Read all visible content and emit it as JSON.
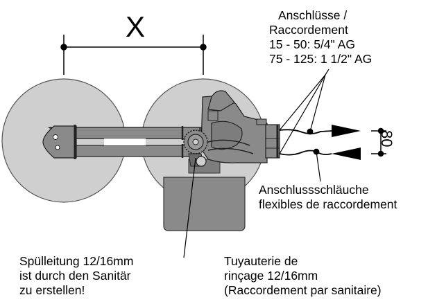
{
  "dimension_label": "X",
  "height_label": "80",
  "connections": {
    "lines": [
      "Anschlüsse /",
      "Raccordement",
      "15 - 50: 5/4\" AG",
      "75 - 125: 1 1/2\" AG"
    ]
  },
  "hoses": {
    "lines": [
      "Anschlussschläuche",
      "flexibles de raccordement"
    ]
  },
  "flush_pipe_de": {
    "lines": [
      "Spülleitung 12/16mm",
      "ist durch den Sanitär",
      "zu erstellen!"
    ]
  },
  "flush_pipe_fr": {
    "lines": [
      "Tuyauterie de",
      "rinçage 12/16mm",
      "(Raccordement par sanitaire)"
    ]
  },
  "colors": {
    "circle": "#cfcfcf",
    "body": "#8a8a8a",
    "dark": "#6b6b6b",
    "line": "#000000"
  }
}
